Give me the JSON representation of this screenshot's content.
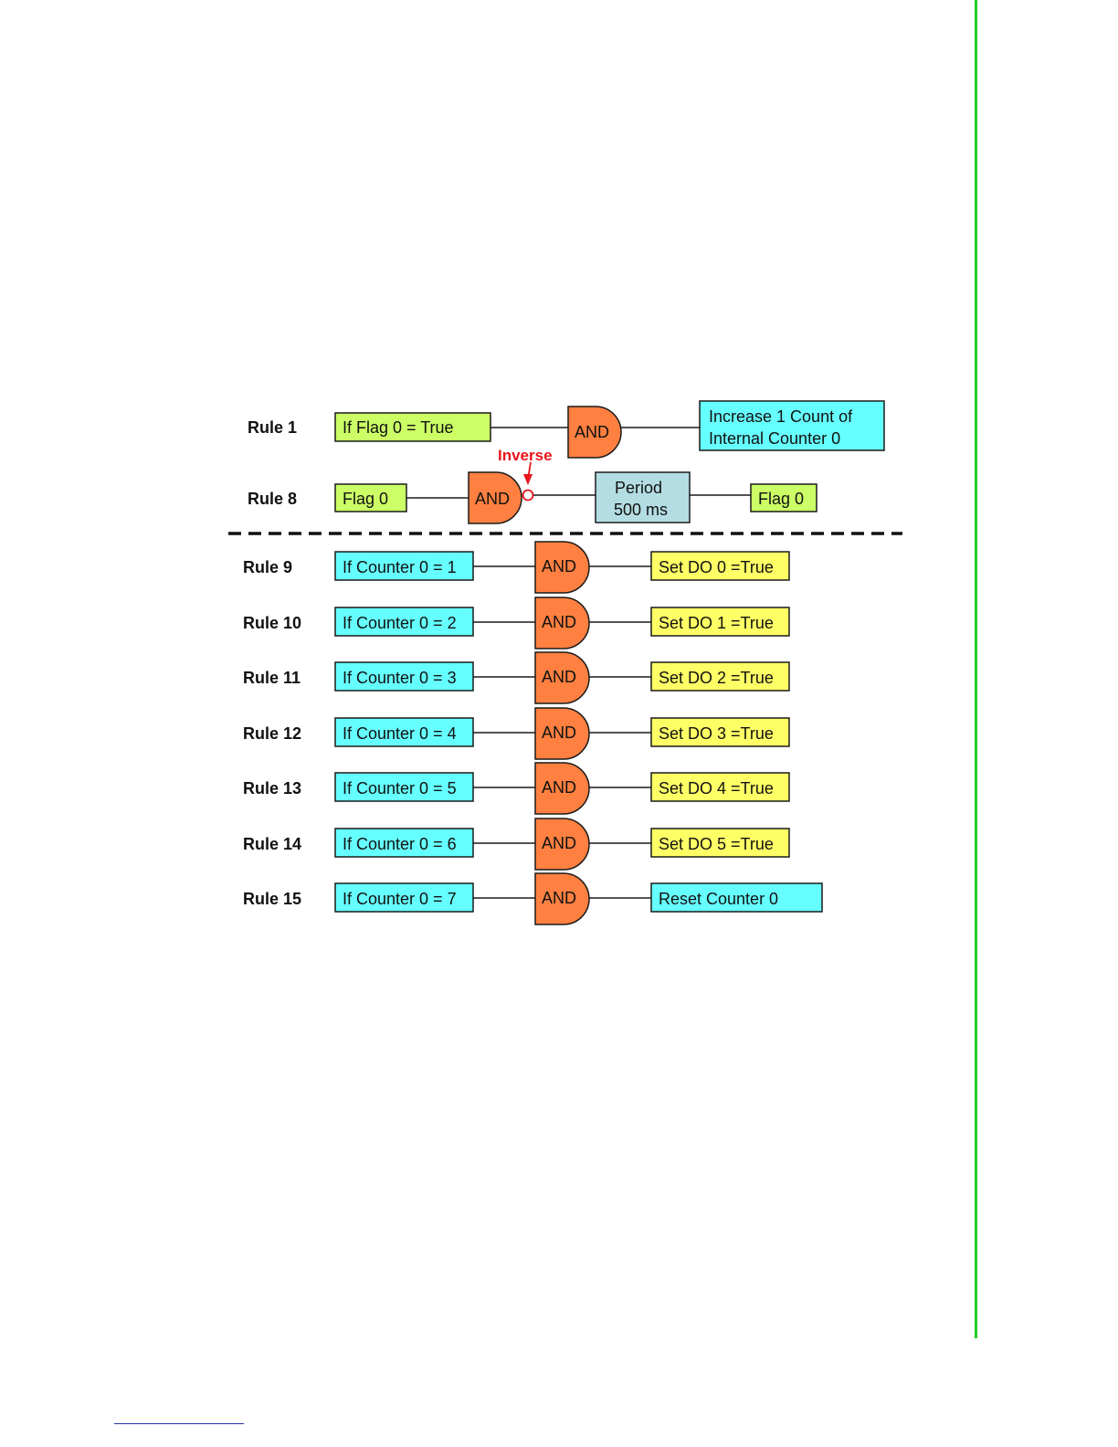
{
  "colors": {
    "flag_box": "#ccff66",
    "counter_box": "#66ffff",
    "output_box": "#ffff66",
    "period_box": "#b3dde3",
    "and_gate": "#ff8040",
    "inverse": "#e8141b",
    "page_rule": "#22cc22"
  },
  "rules": {
    "rule1": {
      "label": "Rule 1",
      "input": "If Flag 0 = True",
      "gate": "AND",
      "output_line1": "Increase 1 Count of",
      "output_line2": "Internal Counter 0"
    },
    "rule8": {
      "label": "Rule 8",
      "input": "Flag 0",
      "gate": "AND",
      "inverse_label": "Inverse",
      "period_line1": "Period",
      "period_line2": "500 ms",
      "output": "Flag 0"
    },
    "list": [
      {
        "label": "Rule 9",
        "input": "If Counter 0 = 1",
        "gate": "AND",
        "output": "Set DO 0 =True",
        "output_kind": "do"
      },
      {
        "label": "Rule 10",
        "input": "If Counter 0 = 2",
        "gate": "AND",
        "output": "Set DO 1 =True",
        "output_kind": "do"
      },
      {
        "label": "Rule 11",
        "input": "If Counter 0 = 3",
        "gate": "AND",
        "output": "Set DO 2 =True",
        "output_kind": "do"
      },
      {
        "label": "Rule 12",
        "input": "If Counter 0 = 4",
        "gate": "AND",
        "output": "Set DO 3 =True",
        "output_kind": "do"
      },
      {
        "label": "Rule 13",
        "input": "If Counter 0 = 5",
        "gate": "AND",
        "output": "Set DO 4 =True",
        "output_kind": "do"
      },
      {
        "label": "Rule 14",
        "input": "If Counter 0 = 6",
        "gate": "AND",
        "output": "Set DO 5 =True",
        "output_kind": "do"
      },
      {
        "label": "Rule 15",
        "input": "If Counter 0 = 7",
        "gate": "AND",
        "output": "Reset Counter 0",
        "output_kind": "reset"
      }
    ]
  }
}
